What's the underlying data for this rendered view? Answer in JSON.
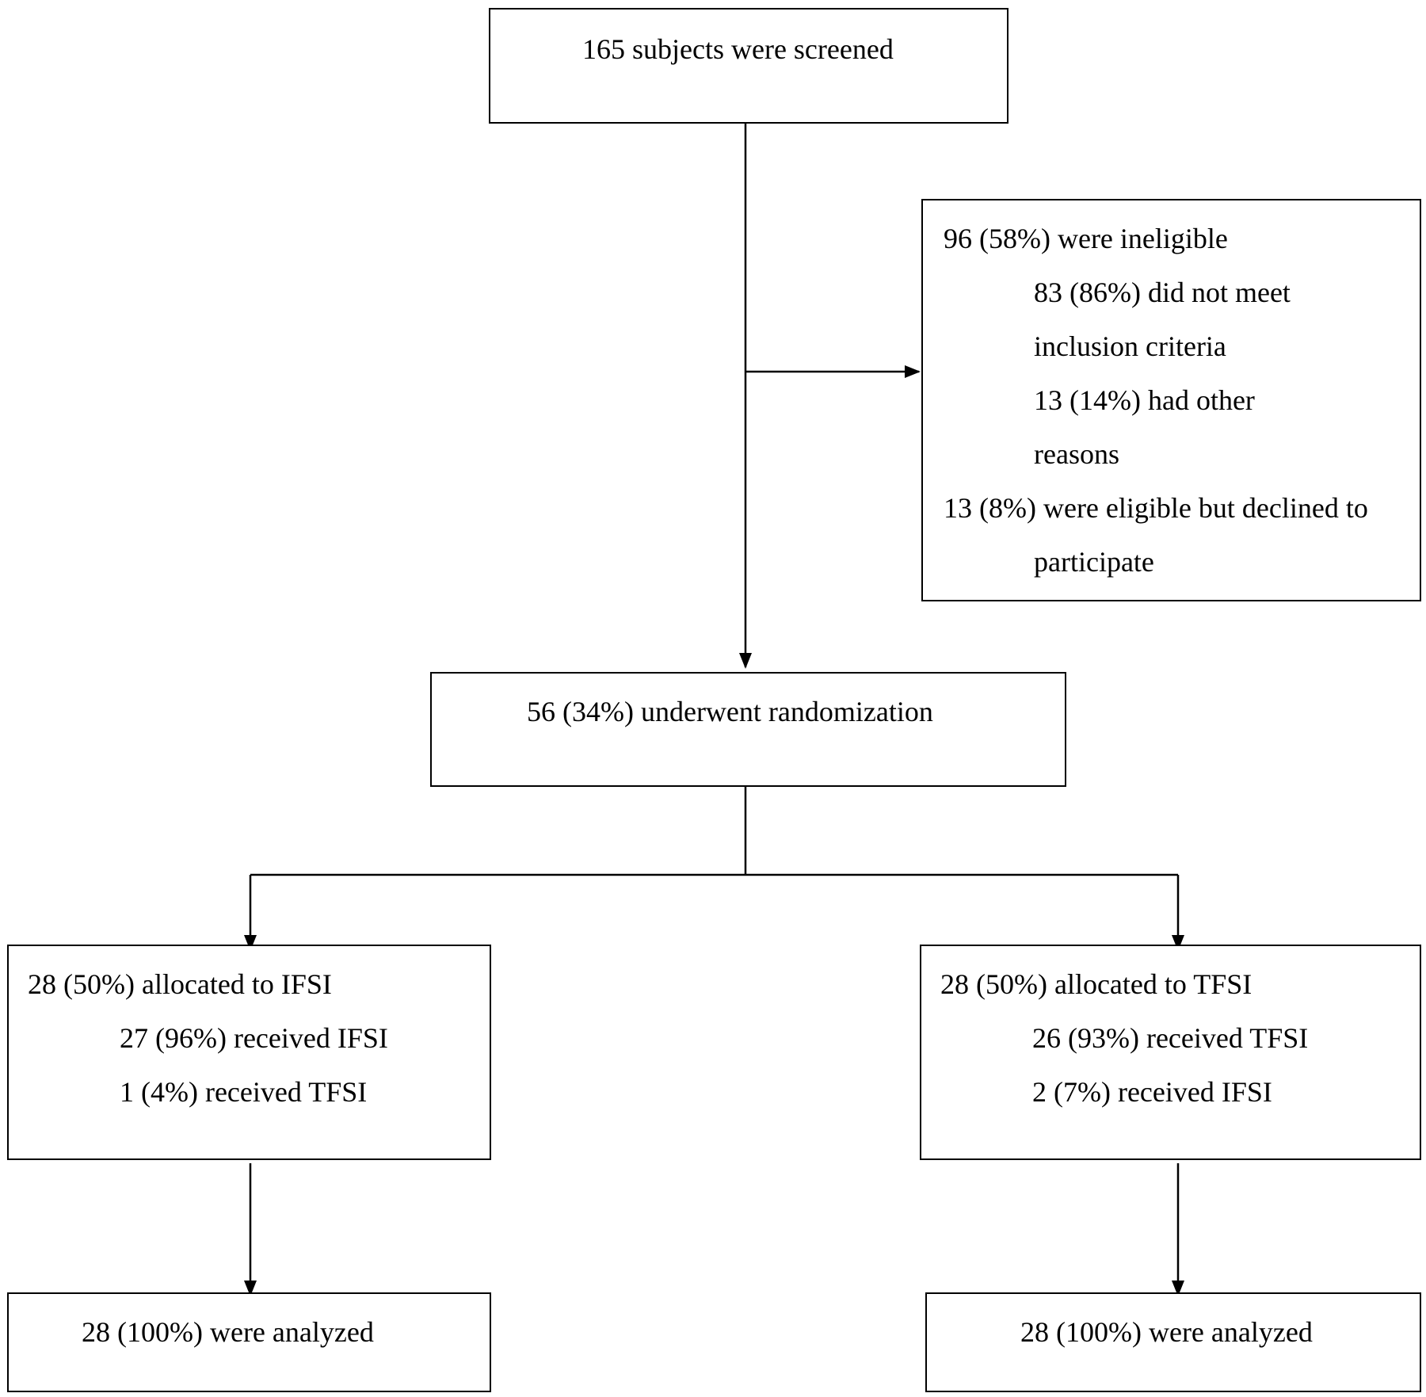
{
  "screened": {
    "text": "165 subjects were screened"
  },
  "excluded": {
    "ineligible": "96 (58%) were ineligible",
    "inclusion_line1": "83 (86%) did not meet",
    "inclusion_line2": "inclusion criteria",
    "other_line1": "13 (14%) had other",
    "other_line2": "reasons",
    "declined_line1": "13 (8%) were eligible but declined to",
    "declined_line2": "participate"
  },
  "randomized": {
    "text": "56 (34%) underwent randomization"
  },
  "ifsi_arm": {
    "allocated": "28 (50%) allocated to IFSI",
    "received_same": "27 (96%) received IFSI",
    "received_other": "1 (4%) received TFSI",
    "analyzed": "28 (100%) were analyzed"
  },
  "tfsi_arm": {
    "allocated": "28 (50%) allocated to TFSI",
    "received_same": "26 (93%) received TFSI",
    "received_other": "2 (7%) received IFSI",
    "analyzed": "28 (100%) were analyzed"
  }
}
